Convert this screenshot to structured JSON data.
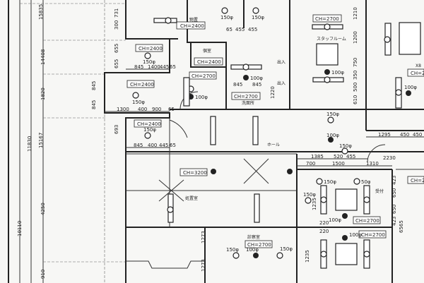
{
  "drawing": {
    "overall_dims": [
      "15835",
      "14408",
      "1820",
      "15167",
      "11830",
      "4250",
      "10110",
      "910"
    ],
    "ceiling_heights": [
      "CH=2400",
      "CH=2400",
      "CH=2400",
      "CH=2400",
      "CH=2400",
      "CH=2700",
      "CH=2700",
      "CH=2700",
      "CH=2",
      "CH=3200",
      "CH=2700",
      "CH=2700",
      "CH=2700",
      "CH=2"
    ],
    "rooms": [
      "物置",
      "個室",
      "洗面所",
      "スタッフルーム",
      "X8",
      "ホール",
      "処置室",
      "受付",
      "診察室",
      "出入",
      "出入"
    ],
    "diameters": [
      "150φ",
      "150φ",
      "150φ",
      "150φ",
      "150φ",
      "100φ",
      "100φ",
      "100φ",
      "100φ",
      "150φ",
      "100φ",
      "150φ",
      "150φ",
      "50φ",
      "150φ",
      "100φ",
      "100φ",
      "150φ",
      "100φ",
      "150φ"
    ],
    "dims": [
      "845",
      "1400",
      "445",
      "65",
      "1300",
      "400",
      "900",
      "65",
      "845",
      "400",
      "445",
      "65",
      "65",
      "455",
      "455",
      "845",
      "845",
      "1295",
      "450",
      "450",
      "1385",
      "520",
      "455",
      "700",
      "1500",
      "1310",
      "2230",
      "731",
      "300",
      "655",
      "655",
      "845",
      "845",
      "693",
      "1210",
      "1200",
      "750",
      "350",
      "500",
      "610",
      "1220",
      "1273",
      "1273",
      "423",
      "650",
      "650",
      "423",
      "6565",
      "1235",
      "220",
      "220",
      "1235"
    ]
  }
}
